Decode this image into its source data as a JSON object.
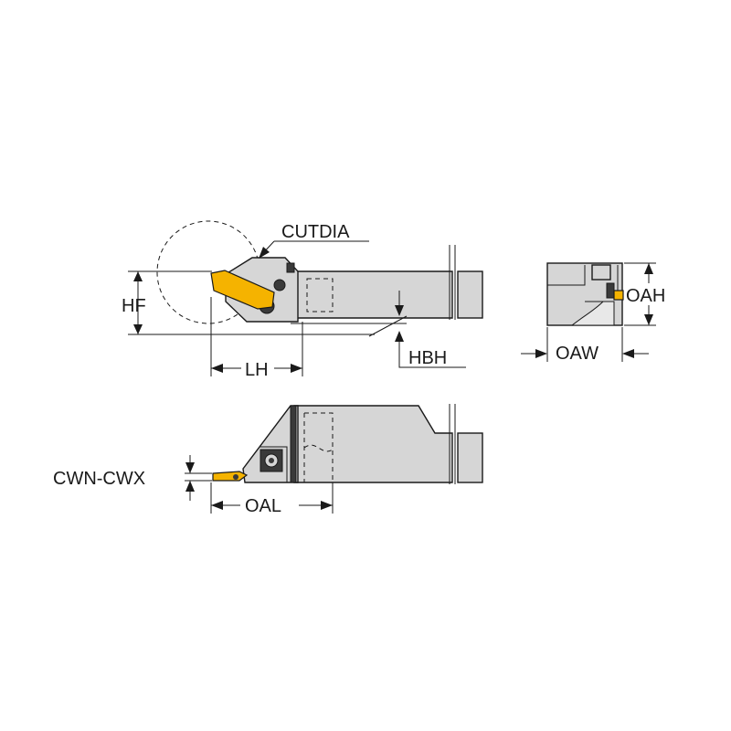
{
  "labels": {
    "cutdia": "CUTDIA",
    "hf": "HF",
    "lh": "LH",
    "hbh": "HBH",
    "oah": "OAH",
    "oaw": "OAW",
    "cwn_cwx": "CWN-CWX",
    "oal": "OAL"
  },
  "colors": {
    "insert": "#f5b300",
    "body": "#d6d6d6",
    "outline": "#1a1a1a"
  }
}
